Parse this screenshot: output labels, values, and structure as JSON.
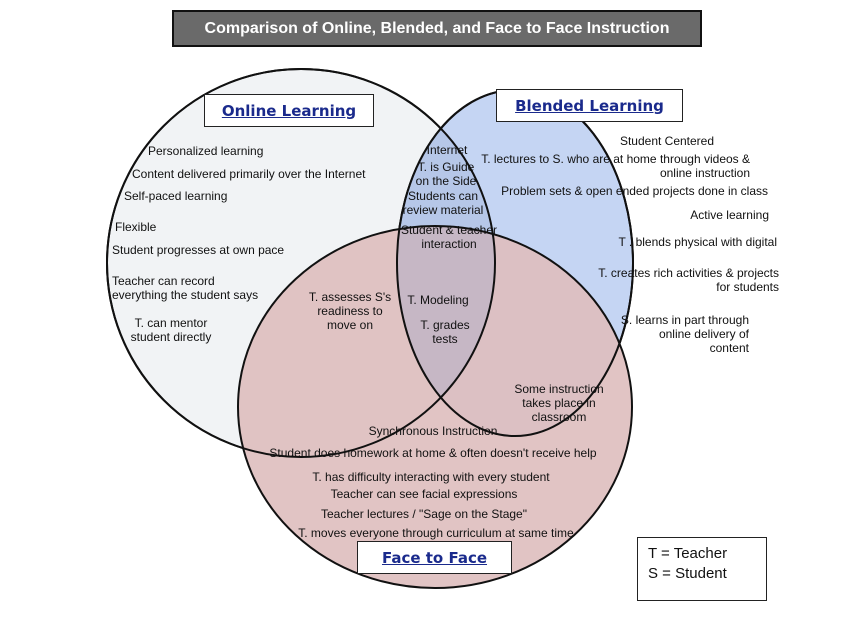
{
  "title": "Comparison of Online, Blended, and Face to Face Instruction",
  "colors": {
    "online_fill": "#f1f3f5",
    "blended_fill": "#c5d5f3",
    "face_fill": "#ecd4d4",
    "outline": "#111111",
    "title_bar": "#6a6a6a",
    "heading_text": "#1a2a8c"
  },
  "circles": {
    "online": {
      "label": "Online Learning",
      "items": [
        [
          "Personalized learning"
        ],
        [
          "Content delivered primarily over the Internet"
        ],
        [
          "Self-paced learning"
        ],
        [
          "Flexible"
        ],
        [
          "Student progresses at own pace"
        ],
        [
          "Teacher can record",
          "everything the student says"
        ],
        [
          "T. can mentor",
          "student directly"
        ]
      ]
    },
    "blended": {
      "label": "Blended Learning",
      "items": [
        [
          "Student Centered"
        ],
        [
          "T. lectures to S. who are at home through videos &",
          "online instruction"
        ],
        [
          "Problem sets & open ended projects done in class"
        ],
        [
          "Active learning"
        ],
        [
          "T  . blends physical with digital"
        ],
        [
          "T. creates rich activities & projects",
          "for students"
        ],
        [
          "S. learns in part through",
          "online delivery of",
          "content"
        ]
      ]
    },
    "face": {
      "label": "Face to Face",
      "items": [
        [
          "Synchronous Instruction"
        ],
        [
          "Student does homework at home & often doesn't receive help"
        ],
        [
          "T. has difficulty interacting with every student"
        ],
        [
          "Teacher can see facial expressions"
        ],
        [
          "Teacher lectures / \"Sage on the Stage\""
        ],
        [
          "T. moves everyone through curriculum at same time"
        ]
      ]
    }
  },
  "overlaps": {
    "online_blended": [
      [
        "Internet"
      ],
      [
        "T. is Guide",
        "on the Side"
      ],
      [
        "Students can",
        "review material"
      ]
    ],
    "online_face": [
      [
        "T. assesses S's",
        "readiness to",
        "move on"
      ]
    ],
    "blended_face": [
      [
        "Some instruction",
        "takes place in",
        "classroom"
      ]
    ],
    "all_three": [
      [
        "Student & teacher",
        "interaction"
      ],
      [
        "T. Modeling"
      ],
      [
        "T. grades",
        "tests"
      ]
    ]
  },
  "legend": {
    "lines": [
      "T = Teacher",
      "S = Student"
    ]
  }
}
